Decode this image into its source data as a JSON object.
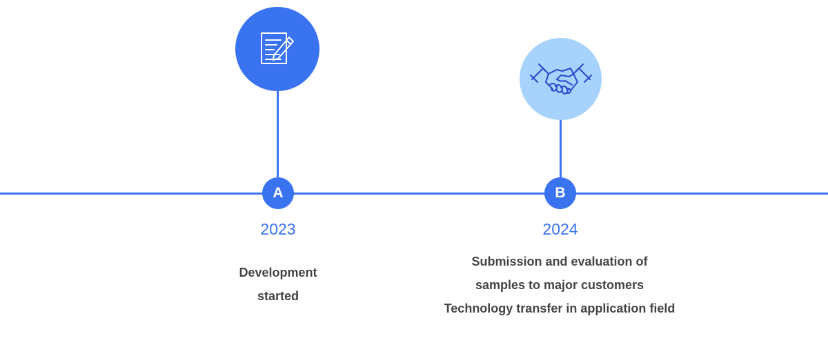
{
  "colors": {
    "accent": "#3a73f0",
    "light_circle": "#a7d2fc",
    "handshake_stroke": "#2a48c8",
    "text": "#444444"
  },
  "milestones": [
    {
      "marker": "A",
      "year": "2023",
      "icon": "document-edit-icon",
      "lines": [
        "Development",
        "started"
      ]
    },
    {
      "marker": "B",
      "year": "2024",
      "icon": "handshake-icon",
      "lines": [
        "Submission and evaluation of",
        "samples to major customers",
        "Technology transfer in application field"
      ]
    }
  ]
}
